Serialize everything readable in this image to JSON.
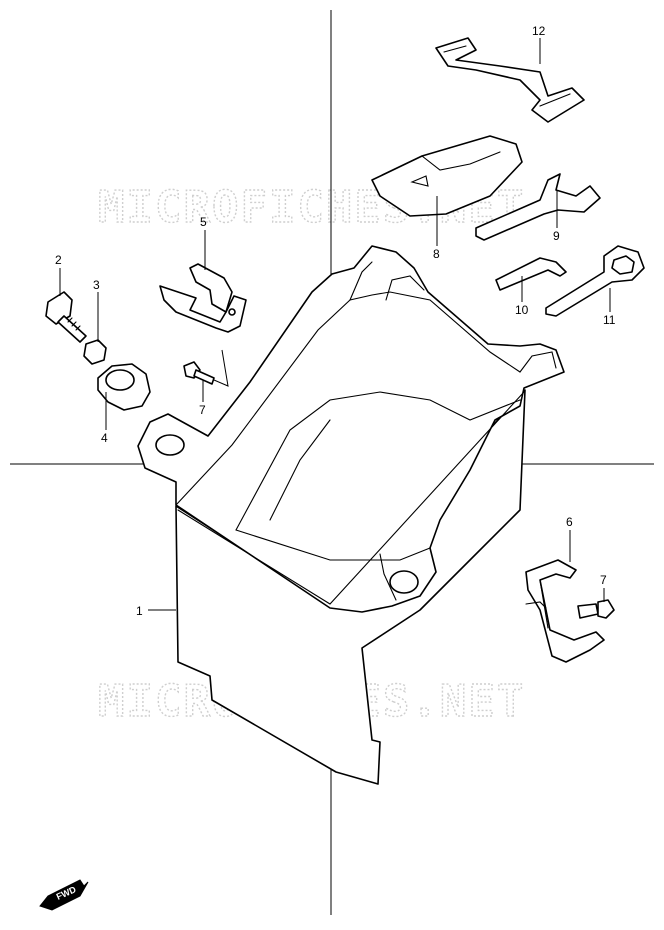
{
  "watermark": "MICROFICHES.NET",
  "fwd_label": "FWD",
  "callouts": {
    "p1": "1",
    "p2": "2",
    "p3": "3",
    "p4": "4",
    "p5": "5",
    "p6": "6",
    "p7a": "7",
    "p7b": "7",
    "p8": "8",
    "p9": "9",
    "p10": "10",
    "p11": "11",
    "p12": "12"
  }
}
